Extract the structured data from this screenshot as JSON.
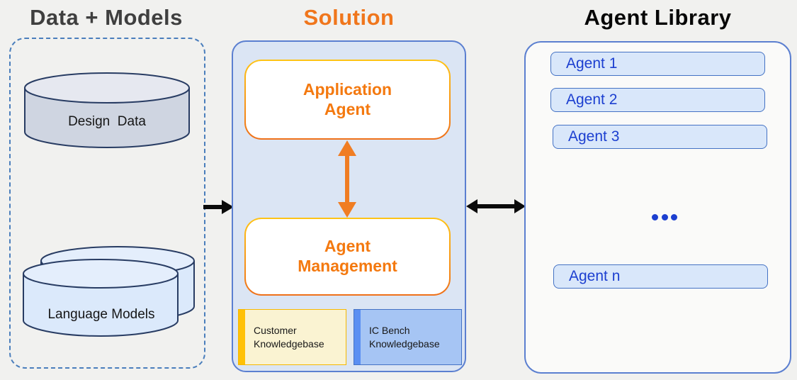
{
  "page": {
    "background": "#f1f1ef"
  },
  "colors": {
    "orange_accent": "#f0761c",
    "gold_accent": "#ffc000",
    "blue_border": "#4472c4",
    "royal_blue_text": "#1c3fd0",
    "navy_stroke": "#283c63",
    "solution_panel_fill": "#dbe5f4",
    "agent_item_fill": "#d9e7fa",
    "customer_kb_fill": "#faf3d2",
    "icbench_kb_fill": "#a6c5f4",
    "arrow_black": "#0b0b0b"
  },
  "panels": {
    "data_models": {
      "title": "Data + Models",
      "design_data_label": "Design  Data",
      "language_models_label": "Language Models"
    },
    "solution": {
      "title": "Solution",
      "application_agent_label": "Application Agent",
      "agent_management_label": "Agent Management",
      "knowledgebases": [
        {
          "label": "Customer Knowledgebase"
        },
        {
          "label": "IC Bench Knowledgebase"
        }
      ]
    },
    "agent_library": {
      "title": "Agent Library",
      "items": [
        {
          "label": "Agent 1"
        },
        {
          "label": "Agent 2"
        },
        {
          "label": "Agent 3"
        }
      ],
      "last_item_label": "Agent n"
    }
  }
}
